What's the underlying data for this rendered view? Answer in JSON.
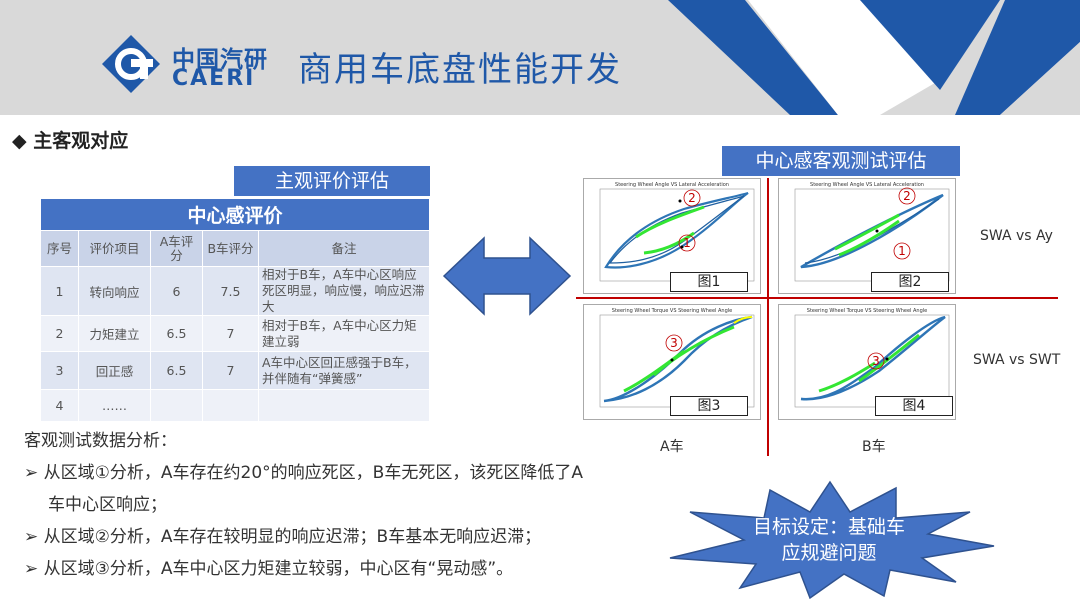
{
  "header": {
    "brand_cn": "中国汽研",
    "brand_en": "CAERI",
    "title": "商用车底盘性能开发"
  },
  "section_title": "主客观对应",
  "subjective": {
    "tag": "主观评价评估",
    "table_title": "中心感评价",
    "columns": [
      "序号",
      "评价项目",
      "A车评分",
      "B车评分",
      "备注"
    ],
    "rows": [
      [
        "1",
        "转向响应",
        "6",
        "7.5",
        "相对于B车，A车中心区响应死区明显，响应慢，响应迟滞大"
      ],
      [
        "2",
        "力矩建立",
        "6.5",
        "7",
        "相对于B车，A车中心区力矩建立弱"
      ],
      [
        "3",
        "回正感",
        "6.5",
        "7",
        "A车中心区回正感强于B车，并伴随有“弹簧感”"
      ],
      [
        "4",
        "……",
        "",
        "",
        ""
      ]
    ]
  },
  "objective": {
    "tag": "中心感客观测试评估",
    "row_labels": [
      "SWA vs Ay",
      "SWA vs SWT"
    ],
    "car_labels": [
      "A车",
      "B车"
    ],
    "plots": [
      {
        "title": "Steering Wheel Angle VS Lateral Acceleration",
        "caption": "图1",
        "markers": [
          "2",
          "1"
        ]
      },
      {
        "title": "Steering Wheel Angle VS Lateral Acceleration",
        "caption": "图2",
        "markers": [
          "2",
          "1"
        ]
      },
      {
        "title": "Steering Wheel Torque VS Steering Wheel Angle",
        "caption": "图3",
        "markers": [
          "3"
        ]
      },
      {
        "title": "Steering Wheel Torque VS Steering Wheel Angle",
        "caption": "图4",
        "markers": [
          "3"
        ]
      }
    ]
  },
  "analysis": {
    "heading": "客观测试数据分析：",
    "bullets": [
      "从区域①分析，A车存在约20°的响应死区，B车无死区，该死区降低了A车中心区响应；",
      "从区域②分析，A车存在较明显的响应迟滞；B车基本无响应迟滞；",
      "从区域③分析，A车中心区力矩建立较弱，中心区有“晃动感”。"
    ]
  },
  "goal": {
    "line1": "目标设定：基础车",
    "line2": "应规避问题"
  },
  "colors": {
    "blue": "#4472c4",
    "brand": "#1f58a8",
    "red": "#c00000",
    "green": "#33e633"
  }
}
